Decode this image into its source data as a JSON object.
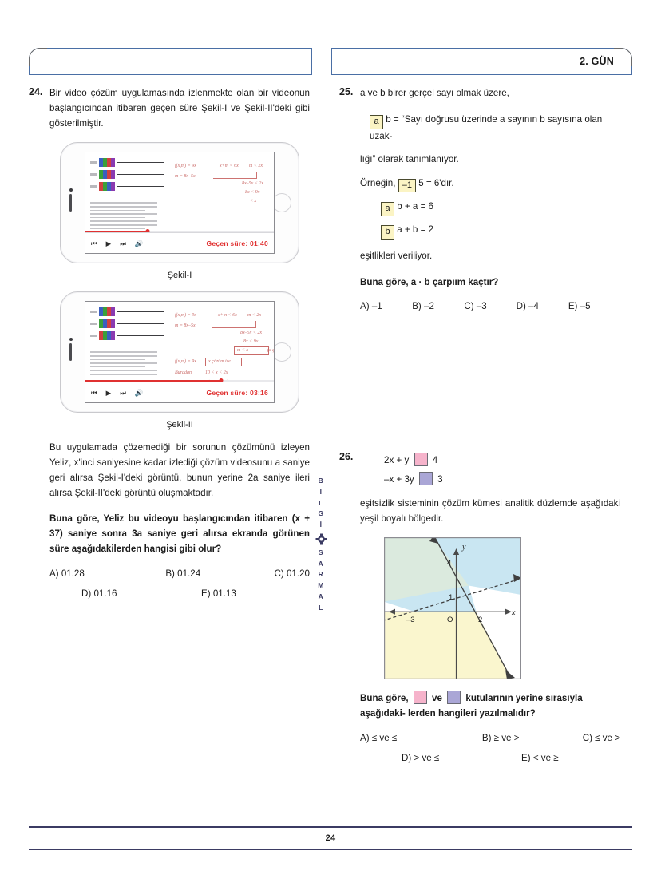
{
  "header": {
    "left_box_text": "",
    "right_box_text": "2. GÜN"
  },
  "footer": {
    "page_number": "24"
  },
  "brand": {
    "letters_top": [
      "B",
      "İ",
      "L",
      "G",
      "İ"
    ],
    "letters_bottom": [
      "S",
      "A",
      "R",
      "M",
      "A",
      "L"
    ],
    "logo_name": "bilgi-sarmal-logo"
  },
  "q24": {
    "number": "24.",
    "stem": "Bir video çözüm uygulamasında izlenmekte olan bir videonun başlangıcından itibaren geçen süre Şekil-I ve Şekil-II'deki gibi gösterilmiştir.",
    "figure1": {
      "caption": "Şekil-I",
      "elapsed_label": "Geçen süre: 01:40",
      "progress_percent": 33,
      "controls": [
        "rewind-icon",
        "play-icon",
        "forward-icon",
        "volume-icon"
      ]
    },
    "figure2": {
      "caption": "Şekil-II",
      "elapsed_label": "Geçen süre: 03:16",
      "progress_percent": 72,
      "controls": [
        "rewind-icon",
        "play-icon",
        "forward-icon",
        "volume-icon"
      ]
    },
    "stem2": "Bu uygulamada çözemediği bir sorunun çözümünü izleyen Yeliz, x'inci saniyesine kadar izlediği çözüm videosunu a saniye geri alırsa Şekil-I'deki görüntü, bunun yerine 2a saniye ileri alırsa Şekil-II'deki görüntü oluşmaktadır.",
    "question": "Buna göre, Yeliz bu videoyu başlangıcından itibaren (x + 37) saniye sonra 3a saniye geri alırsa ekranda görünen süre aşağıdakilerden hangisi gibi olur?",
    "options_row1": [
      "A) 01.28",
      "B) 01.24",
      "C) 01.20"
    ],
    "options_row2": [
      "D) 01.16",
      "E) 01.13"
    ]
  },
  "q25": {
    "number": "25.",
    "intro": "a ve b birer gerçel sayı olmak üzere,",
    "def_box": "a",
    "def_text_a": "b = “Sayı doğrusu üzerinde a sayının b sayısına olan uzak-",
    "def_text_b": "lığı” olarak tanımlanıyor.",
    "example_prefix": "Örneğin,",
    "example_box": "–1",
    "example_suffix": "5 = 6'dır.",
    "eq1_box": "a",
    "eq1_text": "b + a = 6",
    "eq2_box": "b",
    "eq2_text": "a + b = 2",
    "given": "eşitlikleri veriliyor.",
    "question": "Buna göre, a · b çarpıım kaçtır?",
    "options": [
      "A) –1",
      "B) –2",
      "C) –3",
      "D) –4",
      "E) –5"
    ]
  },
  "q26": {
    "number": "26.",
    "ineq1_left": "2x + y",
    "ineq1_right": "4",
    "ineq2_left": "–x + 3y",
    "ineq2_right": "3",
    "box1_color": "#f6b3cb",
    "box2_color": "#aaa6d6",
    "stem": "eşitsizlik sisteminin çözüm kümesi analitik düzlemde aşağıdaki yeşil boyalı bölgedir.",
    "question_part1": "Buna göre,",
    "question_part2": "ve",
    "question_part3": "kutularının yerine sırasıyla aşağıdaki-",
    "question_part4": "lerden hangileri yazılmalıdır?",
    "options_row1": [
      "A) ≤ ve ≤",
      "B) ≥ ve >",
      "C) ≤ ve >"
    ],
    "options_row2": [
      "D) > ve ≤",
      "E) < ve ≥"
    ]
  },
  "chart_data": {
    "type": "line",
    "title": "",
    "xlabel": "x",
    "ylabel": "y",
    "xlim": [
      -5,
      4.5
    ],
    "ylim": [
      -5,
      5.5
    ],
    "grid": false,
    "legend": "none",
    "x_ticks": [
      {
        "value": -3,
        "label": "–3"
      },
      {
        "value": 0,
        "label": "O"
      },
      {
        "value": 2,
        "label": "2"
      }
    ],
    "y_ticks": [
      {
        "value": 1,
        "label": "1"
      },
      {
        "value": 4,
        "label": "4"
      }
    ],
    "series": [
      {
        "name": "2x + y = 4",
        "style": "solid",
        "color": "#3f3f3f",
        "points": [
          {
            "x": -3,
            "y": 4
          },
          {
            "x": 2,
            "y": 0
          }
        ],
        "intercepts": {
          "x": 2,
          "y": 4
        },
        "slope": -2
      },
      {
        "name": "–x + 3y = 3",
        "style": "dashed",
        "color": "#3f3f3f",
        "points": [
          {
            "x": -3,
            "y": 0
          },
          {
            "x": 0,
            "y": 1
          }
        ],
        "intercepts": {
          "x": -3,
          "y": 1
        },
        "slope": 0.3333
      }
    ],
    "regions": [
      {
        "name": "solution-region-green",
        "color": "#dbeade",
        "description": "yeşil boyalı çözüm bölgesi (üst sol)"
      },
      {
        "name": "region-blue",
        "color": "#c9e6f2",
        "description": "üst sağ mavi bölge"
      },
      {
        "name": "region-yellow",
        "color": "#faf6ce",
        "description": "alt sol sarı bölge"
      },
      {
        "name": "region-white",
        "color": "#ffffff",
        "description": "alt sağ beyaz bölge"
      }
    ]
  }
}
